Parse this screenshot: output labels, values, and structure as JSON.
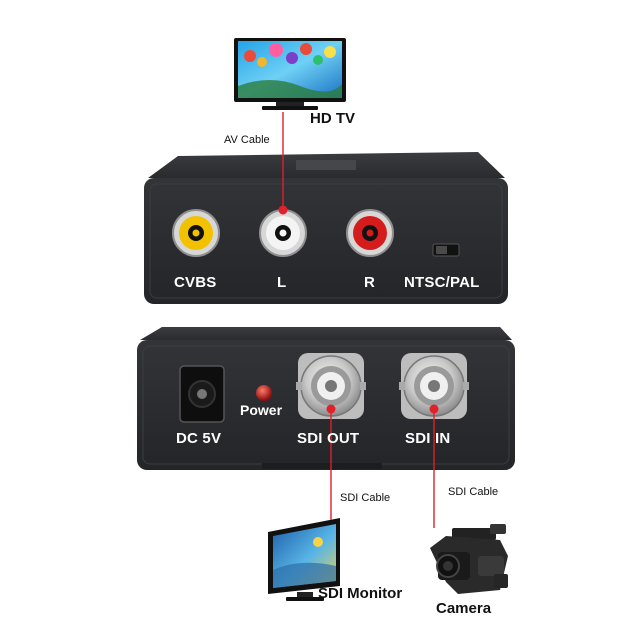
{
  "devices": {
    "hd_tv": "HD TV",
    "sdi_monitor": "SDI Monitor",
    "camera": "Camera"
  },
  "cables": {
    "av": "AV Cable",
    "sdi_to_monitor": "SDI Cable",
    "sdi_from_camera": "SDI Cable"
  },
  "av_panel": {
    "cvbs": "CVBS",
    "left": "L",
    "right": "R",
    "switch": "NTSC/PAL"
  },
  "sdi_panel": {
    "dc": "DC 5V",
    "power": "Power",
    "sdi_out": "SDI OUT",
    "sdi_in": "SDI IN"
  },
  "colors": {
    "cable_line": "#e0202a",
    "housing": "#2a2b2e",
    "rca_yellow": "#f2c200",
    "rca_white": "#f4f4f4",
    "rca_red": "#d51c1c"
  },
  "icons": [
    "tv-icon",
    "monitor-icon",
    "camera-icon",
    "rca-jack-icon",
    "bnc-connector-icon",
    "dc-jack-icon",
    "power-led-icon",
    "slide-switch-icon"
  ]
}
